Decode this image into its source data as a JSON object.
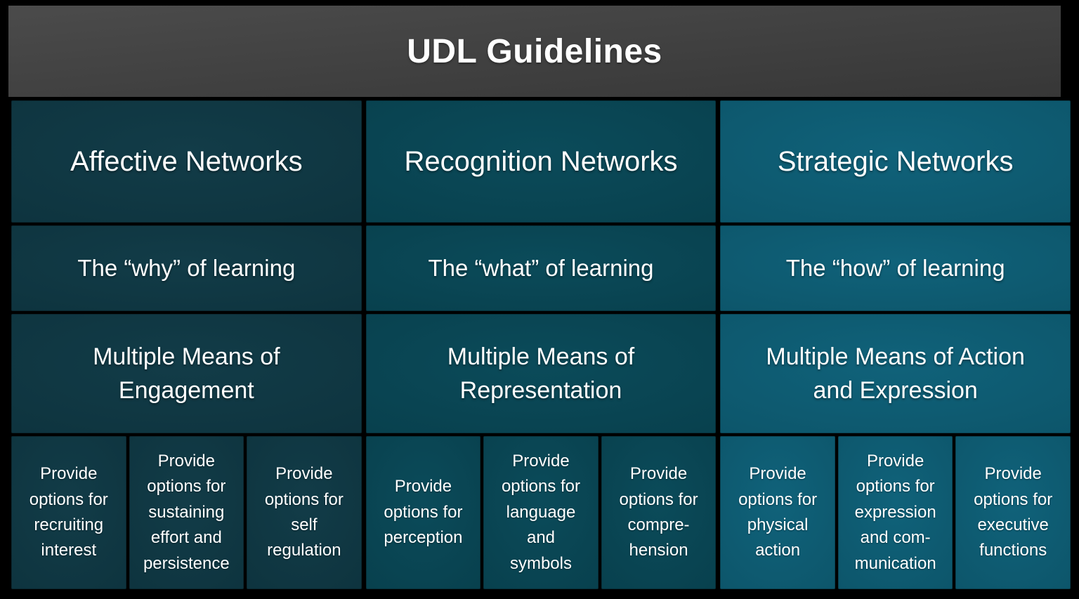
{
  "title": "UDL Guidelines",
  "colors": {
    "background": "#000000",
    "header_top": "#4b4b4b",
    "header_bottom": "#373737",
    "text": "#ffffff",
    "columns": [
      {
        "center": "#123c48",
        "edge": "#0b2e38"
      },
      {
        "center": "#0b4b5a",
        "edge": "#063945"
      },
      {
        "center": "#10627a",
        "edge": "#0a4d60"
      }
    ]
  },
  "columns": [
    {
      "network": "Affective Networks",
      "question": "The “why” of learning",
      "means": "Multiple Means of\nEngagement",
      "guidelines": [
        "Provide\noptions for\nrecruiting\ninterest",
        "Provide\noptions for\nsustaining\neffort and\npersistence",
        "Provide\noptions for\nself\nregulation"
      ]
    },
    {
      "network": "Recognition Networks",
      "question": "The “what” of learning",
      "means": "Multiple Means of\nRepresentation",
      "guidelines": [
        "Provide\noptions for\nperception",
        "Provide\noptions for\nlanguage\nand\nsymbols",
        "Provide\noptions for\ncompre-\nhension"
      ]
    },
    {
      "network": "Strategic Networks",
      "question": "The “how” of learning",
      "means": "Multiple Means of Action\nand Expression",
      "guidelines": [
        "Provide\noptions for\nphysical\naction",
        "Provide\noptions for\nexpression\nand com-\nmunication",
        "Provide\noptions for\nexecutive\nfunctions"
      ]
    }
  ]
}
